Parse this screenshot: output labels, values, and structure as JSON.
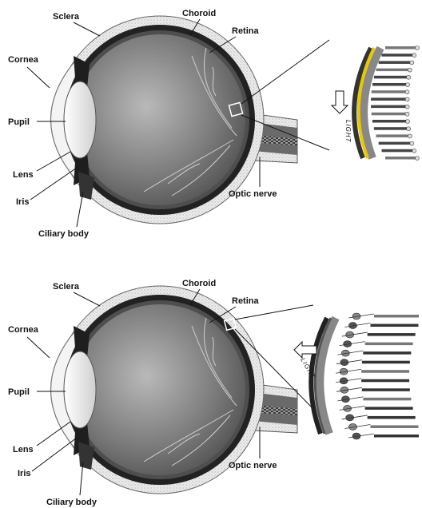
{
  "diagrams": [
    {
      "labels": {
        "sclera": "Sclera",
        "choroid": "Choroid",
        "retina": "Retina",
        "cornea": "Cornea",
        "pupil": "Pupil",
        "lens": "Lens",
        "iris": "Iris",
        "ciliary_body": "Ciliary body",
        "optic_nerve": "Optic nerve"
      },
      "light_label": "LIGHT",
      "colors": {
        "pigment_band": "#e8c800"
      }
    },
    {
      "labels": {
        "sclera": "Sclera",
        "choroid": "Choroid",
        "retina": "Retina",
        "cornea": "Cornea",
        "pupil": "Pupil",
        "lens": "Lens",
        "iris": "Iris",
        "ciliary_body": "Ciliary body",
        "optic_nerve": "Optic nerve"
      },
      "light_label": "LIGHT",
      "colors": {
        "pigment_band": "#555555"
      }
    }
  ]
}
